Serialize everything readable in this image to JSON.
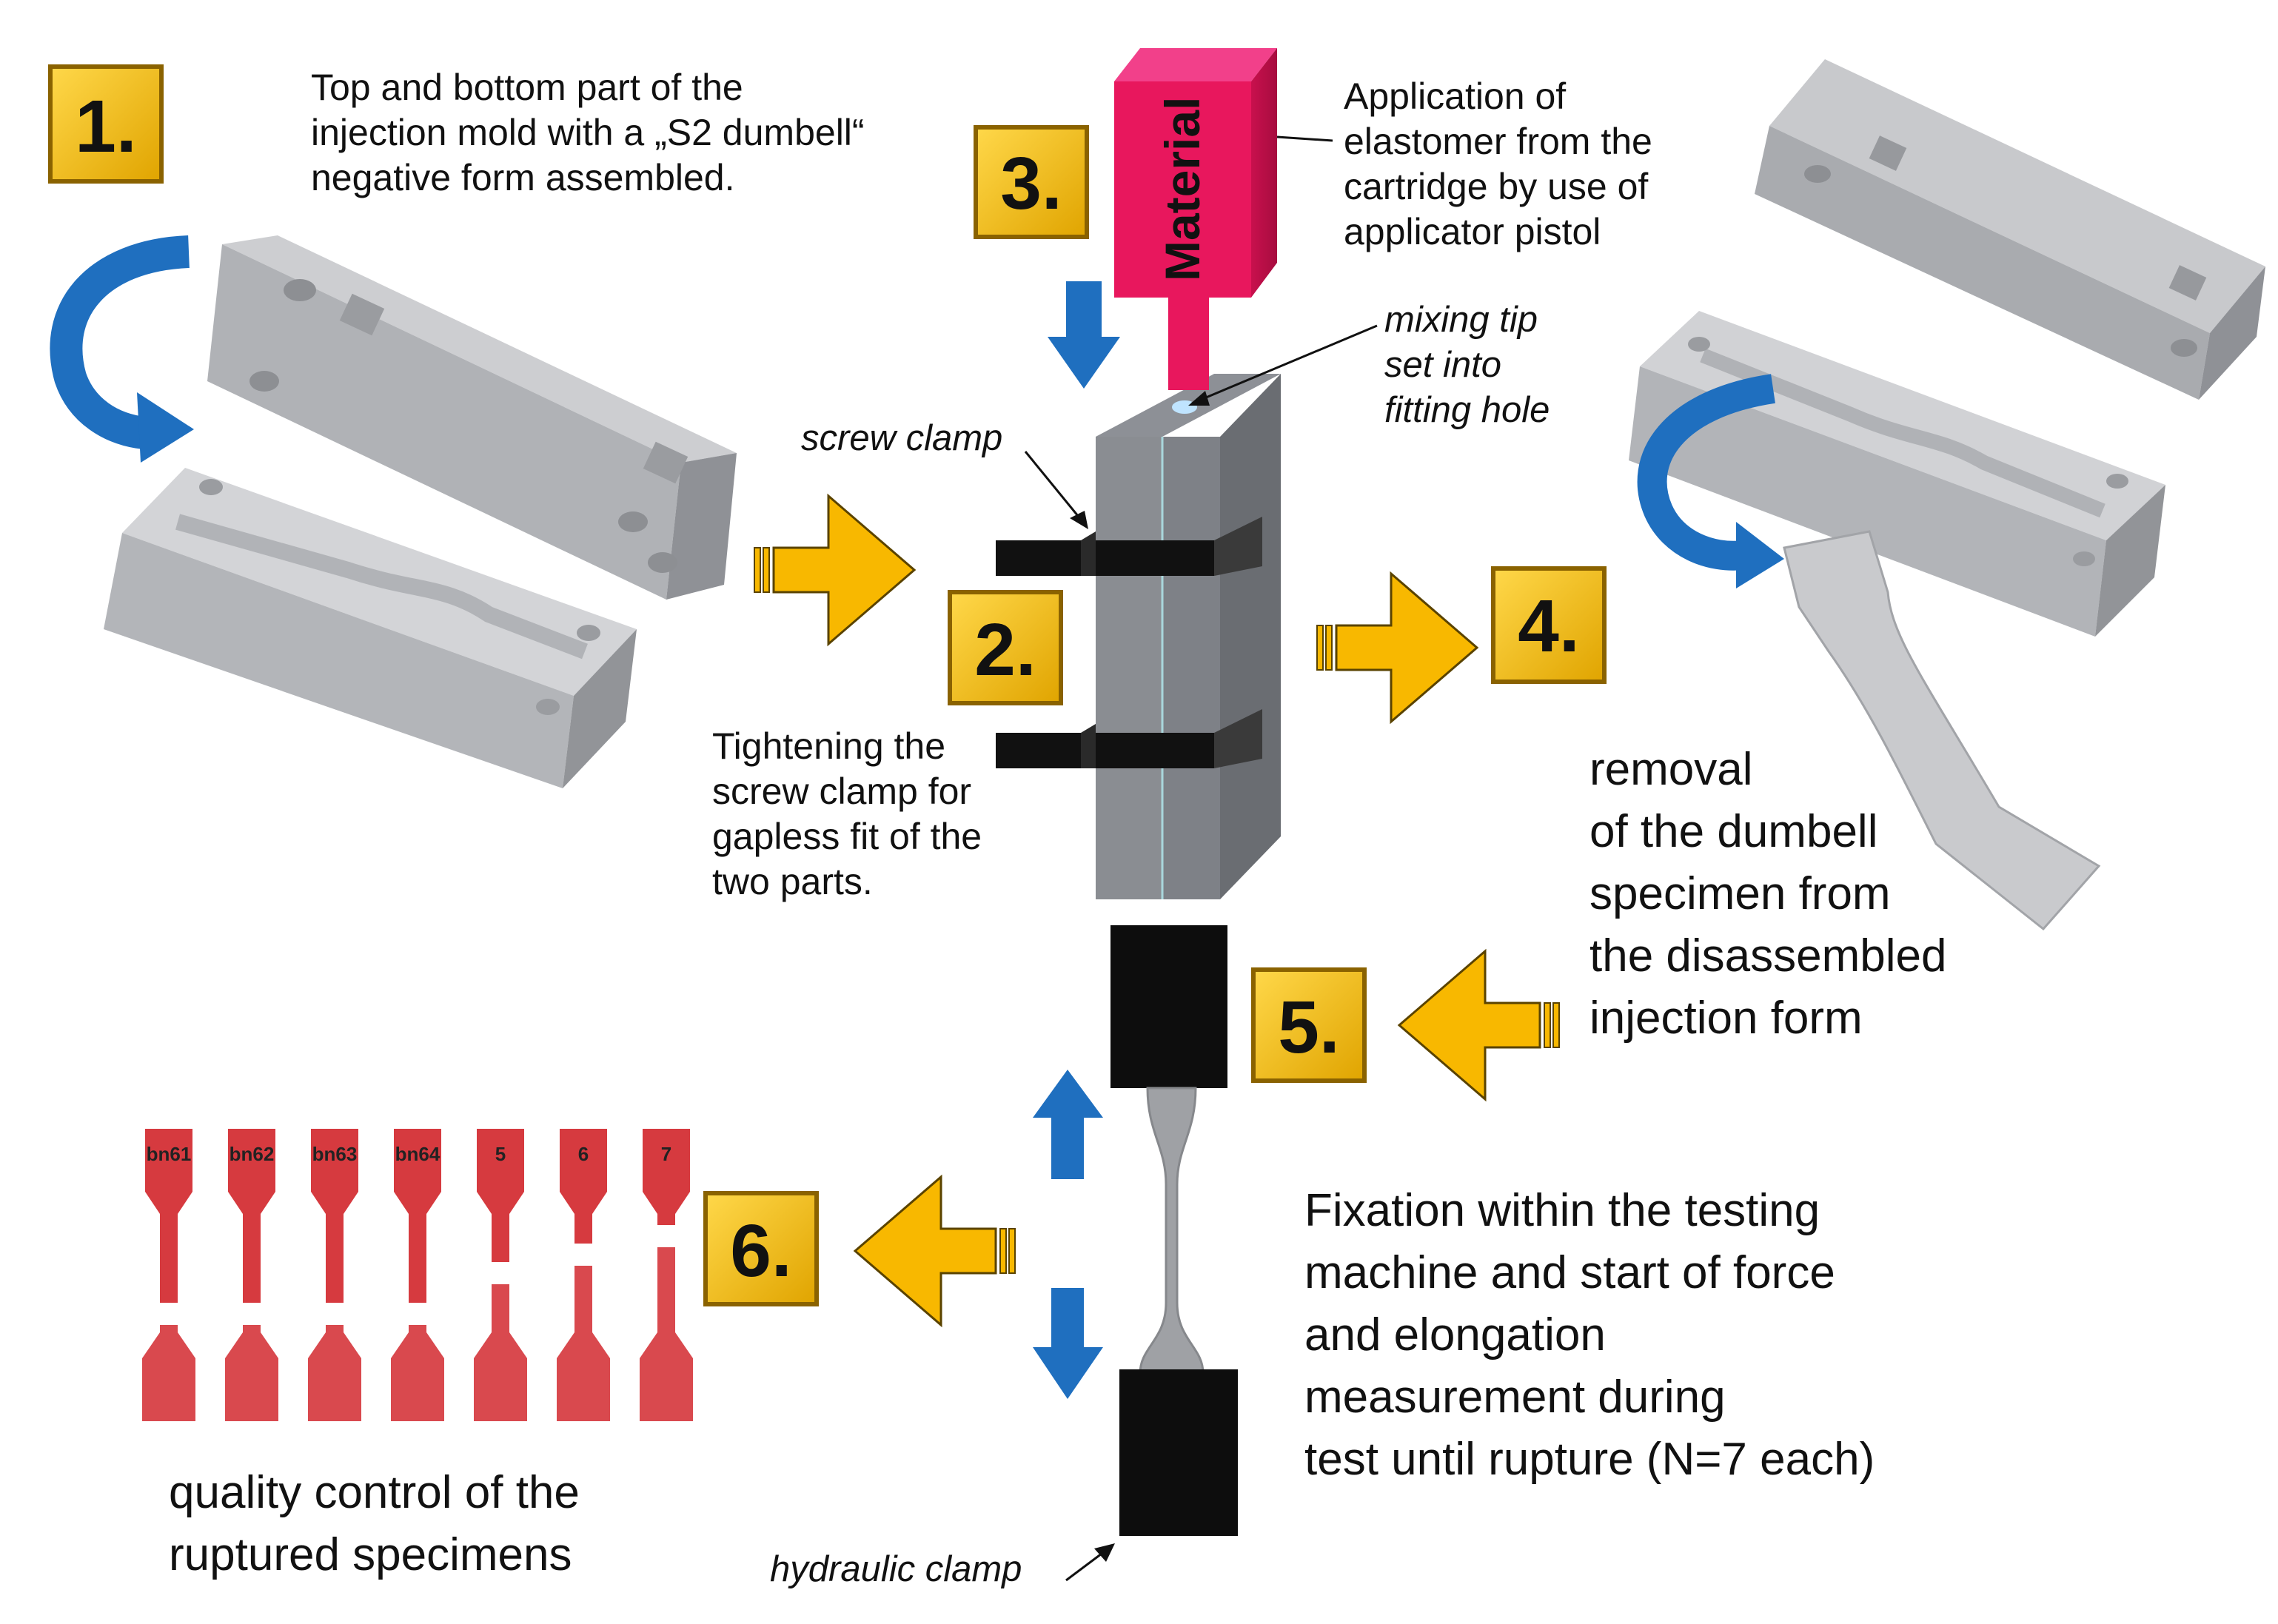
{
  "steps": {
    "s1": {
      "number": "1.",
      "caption": "Top and bottom part of the\ninjection mold with a „S2 dumbell“\nnegative form assembled."
    },
    "s2": {
      "number": "2.",
      "caption": "Tightening the\nscrew clamp for\ngapless fit of the\ntwo parts."
    },
    "s3": {
      "number": "3.",
      "caption": "Application of\nelastomer from the\ncartridge by use of\napplicator pistol"
    },
    "s4": {
      "number": "4.",
      "caption": "removal\nof the dumbell\nspecimen from\nthe disassembled\ninjection form"
    },
    "s5": {
      "number": "5.",
      "caption": "Fixation within the testing\nmachine and start of force\nand elongation\nmeasurement during\ntest until rupture (N=7 each)"
    },
    "s6": {
      "number": "6.",
      "caption": "quality control of the\nruptured specimens"
    }
  },
  "labels": {
    "screw_clamp": "screw clamp",
    "mixing_tip": "mixing tip\nset into\nfitting hole",
    "hydraulic_clamp": "hydraulic clamp",
    "material": "Material"
  },
  "specimen_markers": [
    "bn61",
    "bn62",
    "bn63",
    "bn64",
    "5",
    "6",
    "7"
  ],
  "colors": {
    "badge_gold": "#f2b705",
    "arrow_gold": "#f8b800",
    "arrow_blue": "#1f6fbf",
    "material_pink": "#e8175d",
    "specimen_red": "#d63a3f"
  }
}
